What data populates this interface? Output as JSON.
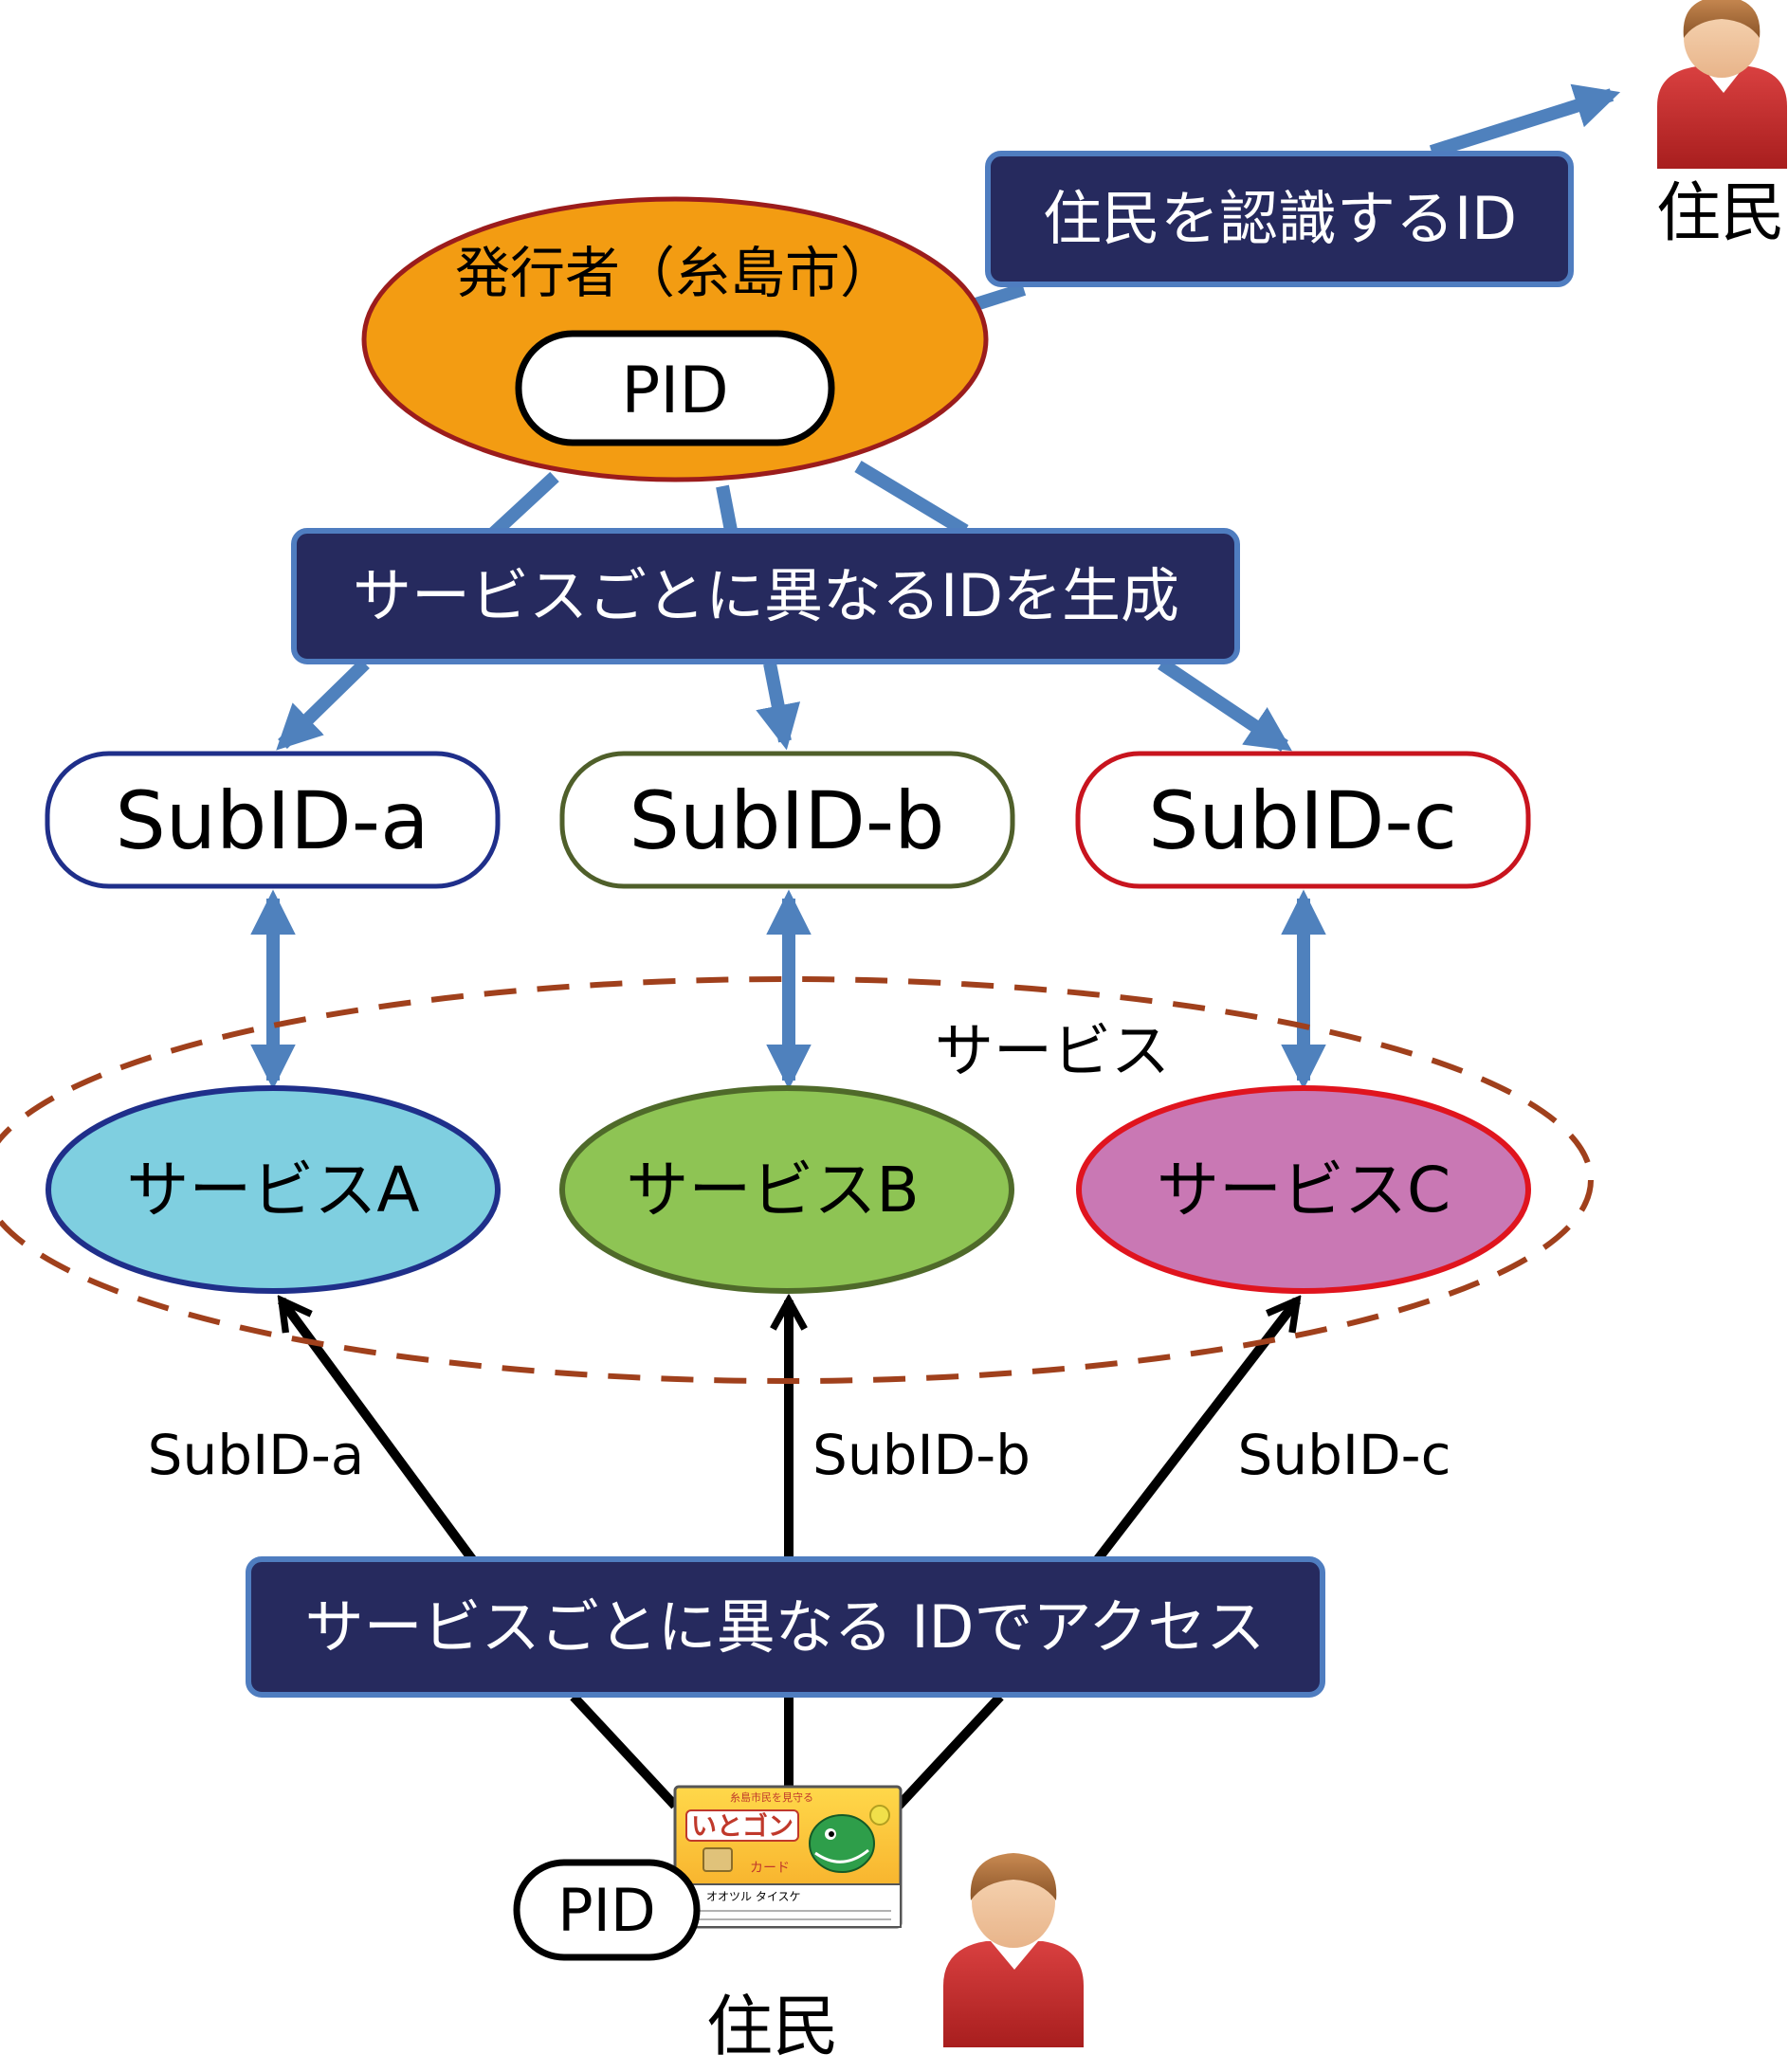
{
  "issuer": {
    "label": "発行者（糸島市）",
    "pid_label": "PID"
  },
  "resident_top": {
    "label": "住民"
  },
  "resident_bottom": {
    "label": "住民",
    "pid_label": "PID"
  },
  "callouts": {
    "recognize": "住民を認識するID",
    "generate": "サービスごとに異なるIDを生成",
    "access": "サービスごとに異なる IDでアクセス"
  },
  "subids": [
    {
      "label": "SubID-a",
      "border": "#1f2f8a"
    },
    {
      "label": "SubID-b",
      "border": "#4f5f2a"
    },
    {
      "label": "SubID-c",
      "border": "#c8141e"
    }
  ],
  "services_group_label": "サービス",
  "services": [
    {
      "label": "サービスA",
      "fill": "#7fcfe0",
      "border": "#1f2f8a"
    },
    {
      "label": "サービスB",
      "fill": "#8ec454",
      "border": "#4f6a2a"
    },
    {
      "label": "サービスC",
      "fill": "#c978b4",
      "border": "#e0141e"
    }
  ],
  "access_labels": [
    "SubID-a",
    "SubID-b",
    "SubID-c"
  ],
  "card": {
    "header": "糸島市民を見守る",
    "brand": "いとゴン",
    "sub": "カード",
    "name": "オオツル タイスケ"
  },
  "colors": {
    "callout_fill": "#262a5e",
    "callout_border": "#4f7dc0",
    "blue_arrow": "#4f81bd",
    "issuer_fill": "#f39c12",
    "issuer_border": "#9b1c1c",
    "group_dash": "#a0401c"
  }
}
